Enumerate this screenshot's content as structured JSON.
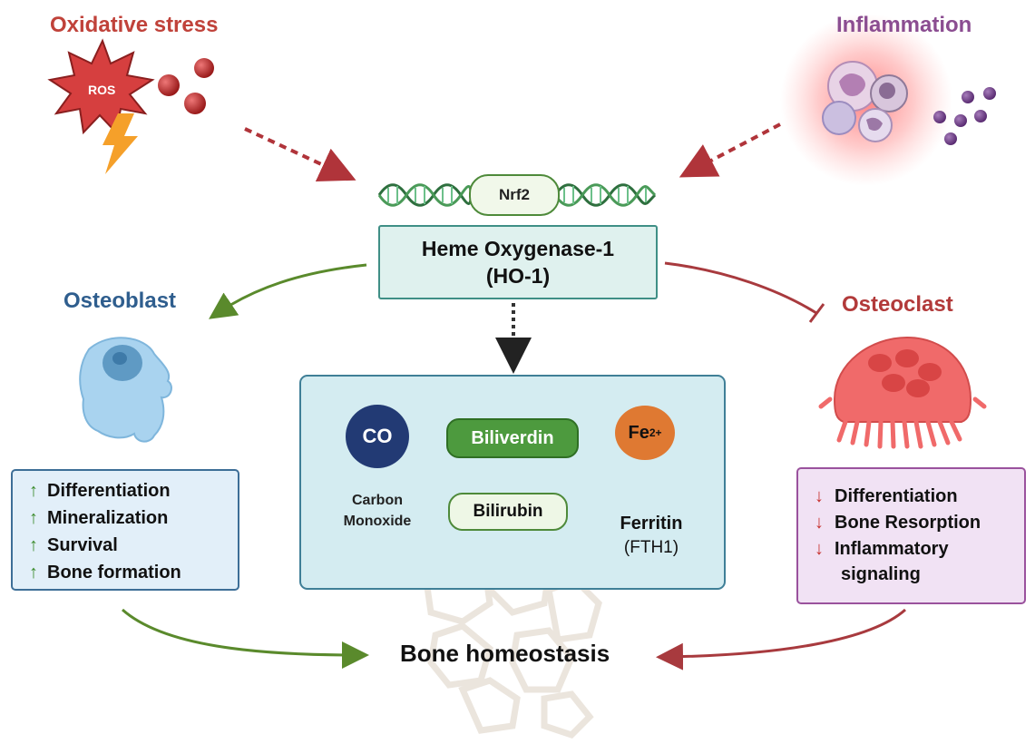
{
  "triggers": {
    "oxidative_stress": "Oxidative stress",
    "ros_label": "ROS",
    "inflammation": "Inflammation"
  },
  "center": {
    "transcription_factor": "Nrf2",
    "enzyme_line1": "Heme Oxygenase-1",
    "enzyme_line2": "(HO-1)"
  },
  "products": {
    "co_symbol": "CO",
    "co_label_line1": "Carbon",
    "co_label_line2": "Monoxide",
    "biliverdin": "Biliverdin",
    "bilirubin": "Bilirubin",
    "fe_symbol": "Fe",
    "fe_charge": "2+",
    "ferritin": "Ferritin",
    "ferritin_gene": "(FTH1)"
  },
  "osteoblast": {
    "title": "Osteoblast",
    "effects": [
      "Differentiation",
      "Mineralization",
      "Survival",
      "Bone formation"
    ],
    "effect_arrow": "↑"
  },
  "osteoclast": {
    "title": "Osteoclast",
    "effects": [
      "Differentiation",
      "Bone Resorption",
      "Inflammatory"
    ],
    "effect_continuation": "signaling",
    "effect_arrow": "↓"
  },
  "outcome": "Bone homeostasis",
  "colors": {
    "oxidative": "#c0423a",
    "inflammation": "#8b4d91",
    "osteoblast": "#2f5e8e",
    "osteoclast": "#b23a3a",
    "promote_arrow": "#5a8a2c",
    "inhibit_arrow": "#a83a3e"
  }
}
